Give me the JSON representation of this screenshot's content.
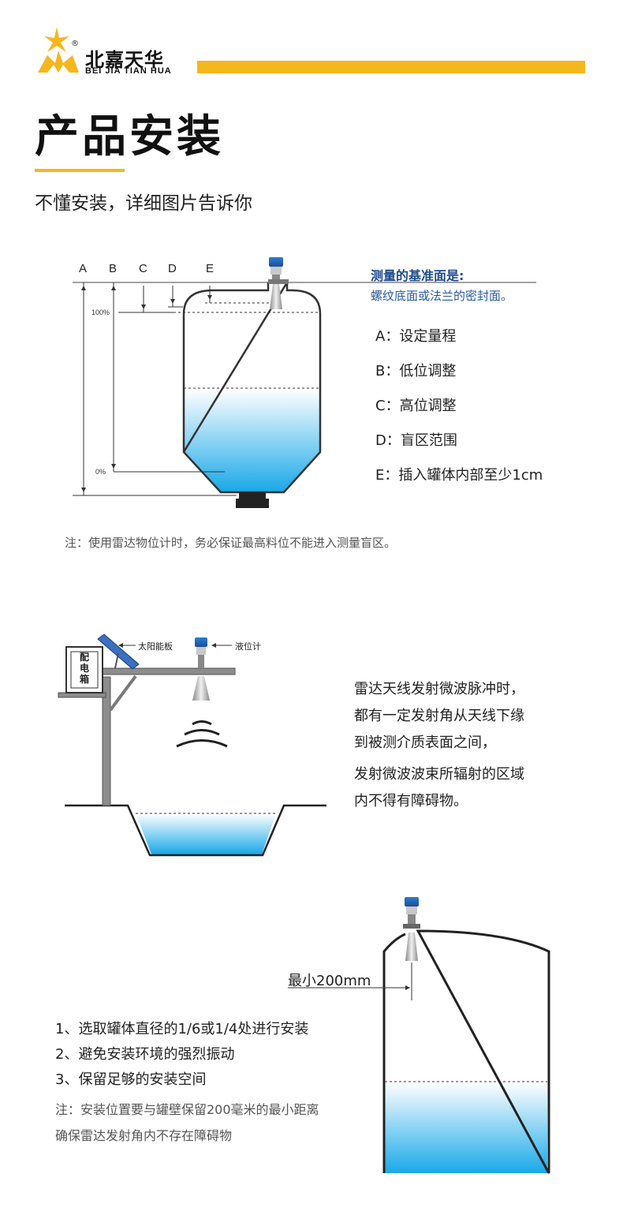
{
  "brand": {
    "name_cn": "北嘉天华",
    "name_en": "BEI JIA TIAN HUA",
    "registered": "®",
    "accent": "#f6b61d"
  },
  "header": {
    "title": "产品安装",
    "subtitle": "不懂安装，详细图片告诉你"
  },
  "tank_diagram": {
    "letters": [
      "A",
      "B",
      "C",
      "D",
      "E"
    ],
    "pct_100": "100%",
    "pct_0": "0%",
    "reference_title": "测量的基准面是:",
    "reference_text": "螺纹底面或法兰的密封面。",
    "legend": [
      "A：设定量程",
      "B：低位调整",
      "C：高位调整",
      "D：盲区范围",
      "E：插入罐体内部至少1cm"
    ],
    "note": "注：使用雷达物位计时，务必保证最高料位不能进入测量盲区。",
    "liquid_color": "#19a8e8"
  },
  "pond_diagram": {
    "box_label": [
      "配",
      "电",
      "箱"
    ],
    "solar_label": "太阳能板",
    "meter_label": "液位计",
    "paragraph": [
      "雷达天线发射微波脉冲时，",
      "都有一定发射角从天线下缘",
      "到被测介质表面之间，",
      "发射微波波束所辐射的区域",
      "内不得有障碍物。"
    ]
  },
  "install_diagram": {
    "min_label": "最小200mm",
    "list": [
      "1、选取罐体直径的1/6或1/4处进行安装",
      "2、避免安装环境的强烈振动",
      "3、保留足够的安装空间"
    ],
    "note_lines": [
      "注：安装位置要与罐壁保留200毫米的最小距离",
      "确保雷达发射角内不存在障碍物"
    ]
  }
}
